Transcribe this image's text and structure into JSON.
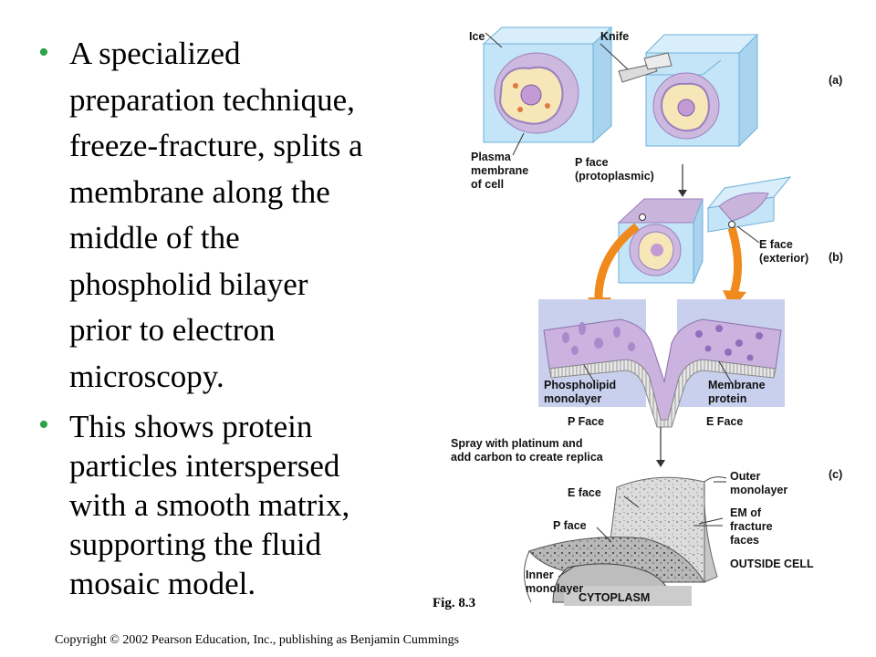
{
  "bullets": [
    "A specialized preparation technique, freeze-fracture, splits a membrane along the middle of the phospholid bilayer prior to electron microscopy.",
    "This shows protein particles interspersed with a smooth matrix, supporting the fluid mosaic model."
  ],
  "bullet_lines": [
    [
      "A specialized",
      "preparation technique,",
      "freeze-fracture, splits a",
      "membrane along the",
      "middle of the",
      "phospholid bilayer",
      "prior to electron",
      "microscopy."
    ],
    [
      "This shows protein",
      "particles interspersed",
      "with a smooth matrix,",
      "supporting the fluid",
      "mosaic model."
    ]
  ],
  "figure": {
    "labels": {
      "ice": "Ice",
      "knife": "Knife",
      "panel_a": "(a)",
      "plasma": [
        "Plasma",
        "membrane",
        "of cell"
      ],
      "p_face_proto": [
        "P face",
        "(protoplasmic)"
      ],
      "e_face_ext": [
        "E face",
        "(exterior)"
      ],
      "panel_b": "(b)",
      "phospholipid": [
        "Phospholipid",
        "monolayer"
      ],
      "membrane_protein": [
        "Membrane",
        "protein"
      ],
      "p_face_caption": "P Face",
      "e_face_caption": "E Face",
      "spray": [
        "Spray with platinum and",
        "add carbon to create replica"
      ],
      "panel_c": "(c)",
      "e_face_c": "E  face",
      "outer": [
        "Outer",
        "monolayer"
      ],
      "em": [
        "EM of",
        "fracture",
        "faces"
      ],
      "p_face_c": "P face",
      "outside_cell": "OUTSIDE CELL",
      "inner": [
        "Inner",
        "monolayer"
      ],
      "cytoplasm": "CYTOPLASM"
    },
    "colors": {
      "ice": "#bfe0f4",
      "membrane": "#c9b4dc",
      "arrow": "#f08a1c",
      "panel_bg": "#c9d0ee",
      "bullet": "#2fa34a"
    }
  },
  "fig_ref": "Fig. 8.3",
  "copyright": "Copyright © 2002 Pearson Education, Inc., publishing as Benjamin Cummings"
}
